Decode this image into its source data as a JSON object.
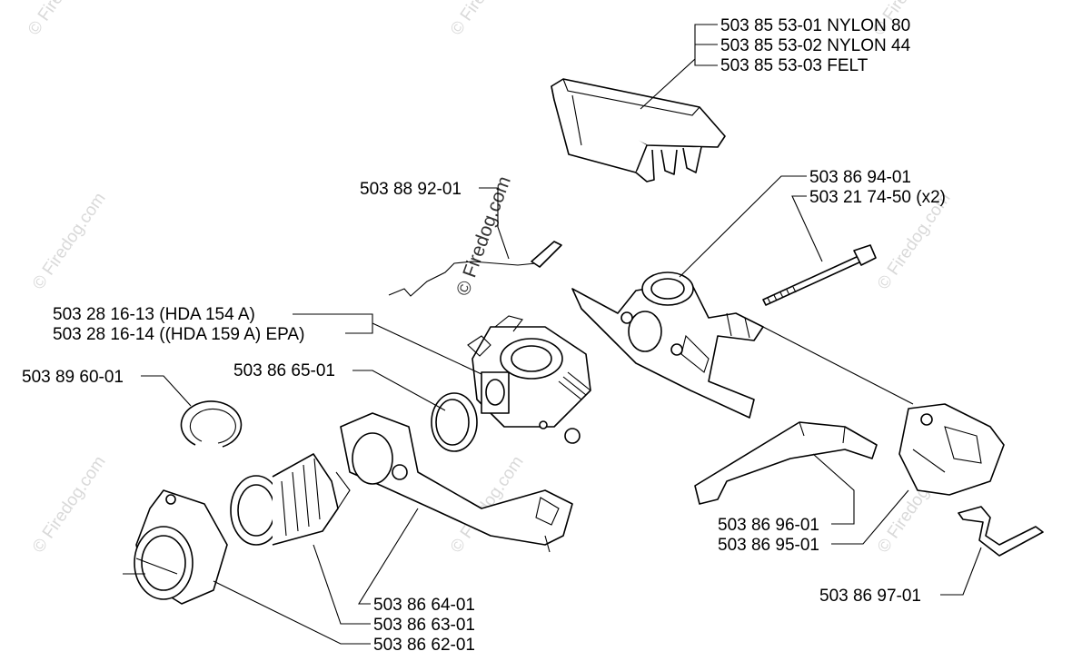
{
  "watermark": {
    "text": "© Firedog.com",
    "overlay_text": "© Firedog.com"
  },
  "labels": {
    "air_filter_nylon80": "503 85 53-01 NYLON 80",
    "air_filter_nylon44": "503 85 53-02 NYLON 44",
    "air_filter_felt": "503 85 53-03 FELT",
    "throttle_rod": "503 88 92-01",
    "carb_hda154": "503 28 16-13 (HDA 154 A)",
    "carb_hda159": "503 28 16-14 ((HDA 159 A) EPA)",
    "gasket_ring": "503 86 65-01",
    "circlip": "503 89 60-01",
    "carb_housing": "503 86 94-01",
    "screw_x2": "503 21 74-50 (x2)",
    "lever_link": "503 86 96-01",
    "choke_bracket": "503 86 95-01",
    "spring_clip": "503 86 97-01",
    "inlet_flange": "503 86 64-01",
    "intake_boot": "503 86 63-01",
    "adapter": "503 86 62-01"
  },
  "colors": {
    "line": "#000000",
    "watermark": "#d9d9d9",
    "background": "#ffffff"
  }
}
